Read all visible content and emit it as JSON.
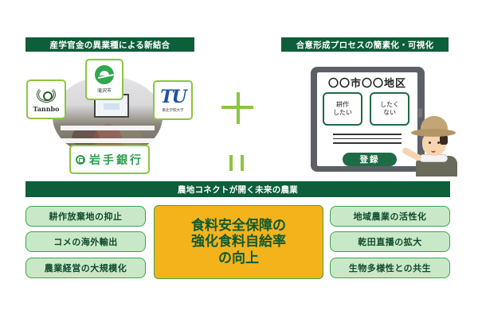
{
  "left_panel": {
    "title": "産学官金の異業種による新結合",
    "logos": {
      "tannbo": "Tannbo",
      "takizawa": "滝沢市",
      "tu": "TU",
      "tu_caption": "東北学院大学",
      "iwate_bank": "岩手銀行"
    }
  },
  "right_panel": {
    "title": "合意形成プロセスの簡素化・可視化",
    "tablet": {
      "heading": "〇〇市〇〇地区",
      "choice_yes": "耕作\nしたい",
      "choice_no": "したく\nない",
      "register_button": "登録"
    }
  },
  "operators": {
    "plus": "+",
    "equals": "="
  },
  "bottom": {
    "banner": "農地コネクトが開く未来の農業",
    "left_goals": [
      "耕作放棄地の抑止",
      "コメの海外輸出",
      "農業経営の大規模化"
    ],
    "center_goal": [
      "食料安全保障の",
      "強化食料自給率",
      "の向上"
    ],
    "right_goals": [
      "地域農業の活性化",
      "乾田直播の拡大",
      "生物多様性との共生"
    ]
  },
  "colors": {
    "dark_green": "#0d5e3a",
    "light_green_fill": "#c9e8c7",
    "accent_lime": "#8cc63f",
    "center_yellow": "#f4b31b",
    "text_green": "#0f4a2c"
  }
}
